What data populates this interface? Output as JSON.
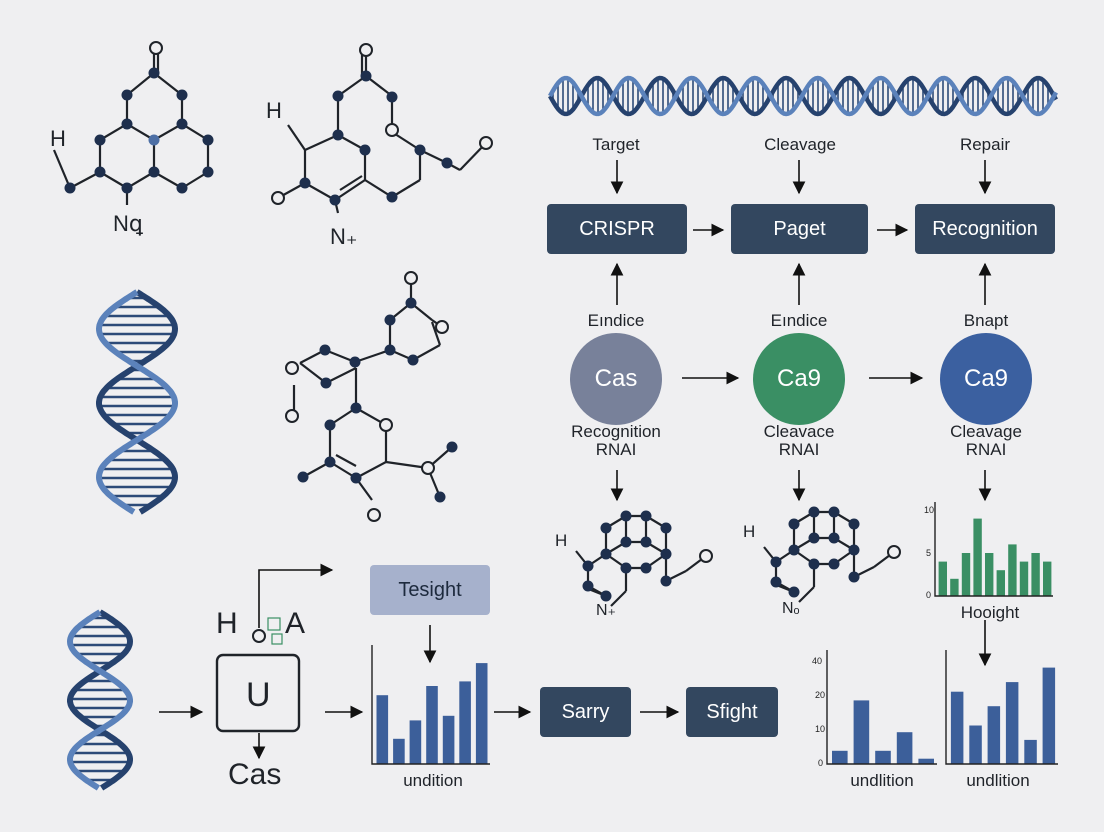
{
  "top_labels": {
    "target": "Target",
    "cleavage": "Cleavage",
    "repair": "Repair"
  },
  "boxes": {
    "crispr": "CRISPR",
    "paget": "Paget",
    "recognition": "Recognition",
    "tesight": "Tesight",
    "sarry": "Sarry",
    "sfight": "Sfight"
  },
  "circles": [
    {
      "above": "Eındice",
      "label": "Cas",
      "below": "Recognition\nRNAI",
      "color": "#78819a"
    },
    {
      "above": "Eındice",
      "label": "Ca9",
      "below": "Cleavace\nRNAI",
      "color": "#3a8f64"
    },
    {
      "above": "Bnapt",
      "label": "Ca9",
      "below": "Cleavage\nRNAI",
      "color": "#3b60a0"
    }
  ],
  "molecule_labels": {
    "h1": "H",
    "n1": "Nꝗ",
    "h2": "H",
    "n2": "N₊",
    "h3": "H",
    "n3": "N₊",
    "h4": "H",
    "n4": "Nₒ",
    "ha": "H",
    "a": "A"
  },
  "unit": {
    "letter": "U",
    "caption": "Cas"
  },
  "chart_green": {
    "tick_10": "10",
    "tick_5": "5",
    "tick_0": "0",
    "caption": "Hooight"
  },
  "chart_mid": {
    "caption": "undition"
  },
  "chart_br1": {
    "tick_40": "40",
    "tick_20": "20",
    "tick_10": "10",
    "tick_0": "0",
    "caption": "undlition"
  },
  "chart_br2": {
    "caption": "undlition"
  },
  "chart_data": [
    {
      "type": "bar",
      "values": [
        4,
        2,
        5,
        9,
        5,
        3,
        6,
        4,
        5,
        4
      ],
      "ylim": [
        0,
        10
      ],
      "color": "#3a8f64"
    },
    {
      "type": "bar",
      "values": [
        6,
        2.2,
        3.8,
        6.8,
        4.2,
        7.2,
        8.8
      ],
      "color": "#3c5f9a"
    },
    {
      "type": "bar",
      "values": [
        5,
        24,
        5,
        12,
        2
      ],
      "ylim": [
        0,
        40
      ],
      "color": "#3c5f9a"
    },
    {
      "type": "bar",
      "values": [
        15,
        8,
        12,
        17,
        5,
        20
      ],
      "color": "#3c5f9a"
    }
  ]
}
